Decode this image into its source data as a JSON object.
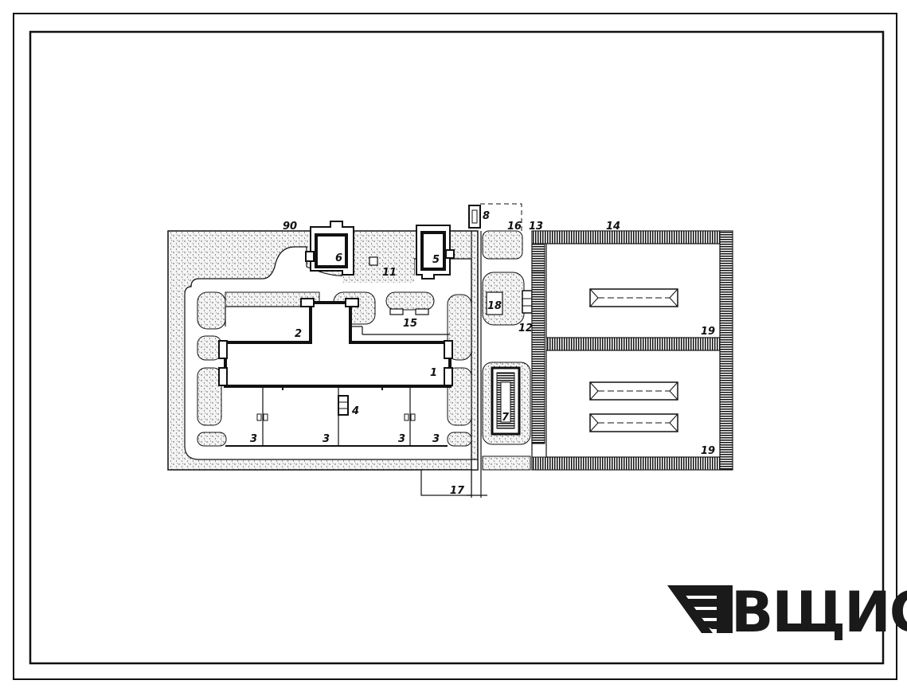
{
  "labels": {
    "l1": "1",
    "l2": "2",
    "l3a": "3",
    "l3b": "3",
    "l3c": "3",
    "l3d": "3",
    "l4": "4",
    "l5": "5",
    "l6": "6",
    "l7": "7",
    "l8": "8",
    "l11": "11",
    "l12": "12",
    "l13": "13",
    "l14": "14",
    "l15": "15",
    "l16": "16",
    "l17": "17",
    "l19a": "19",
    "l19b": "19",
    "l90": "90"
  },
  "logo": {
    "text": "ВЩИС"
  },
  "colors": {
    "ink": "#111111",
    "stipple": "#444444",
    "logo": "#1a1a1a"
  }
}
